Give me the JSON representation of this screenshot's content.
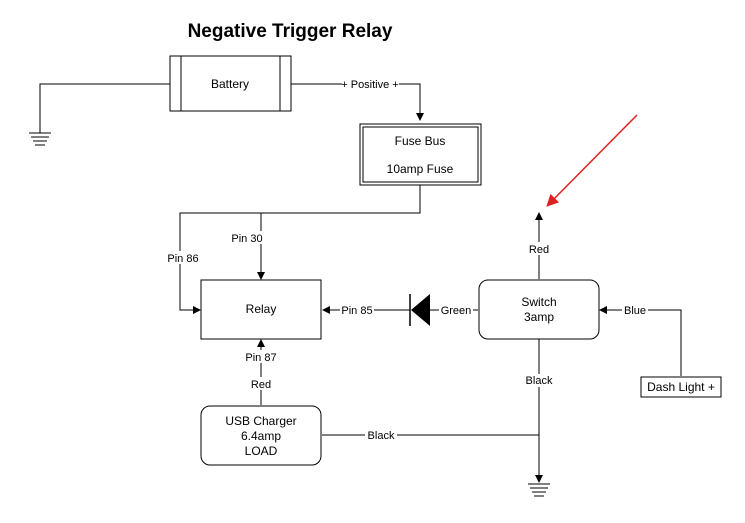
{
  "title": "Negative Trigger Relay",
  "components": {
    "battery": "Battery",
    "fuse_bus": {
      "line1": "Fuse Bus",
      "line2": "10amp Fuse"
    },
    "relay": "Relay",
    "switch": {
      "line1": "Switch",
      "line2": "3amp"
    },
    "usb_charger": {
      "line1": "USB Charger",
      "line2": "6.4amp",
      "line3": "LOAD"
    },
    "dash_light": "Dash Light +"
  },
  "wire_labels": {
    "positive": "+ Positive +",
    "pin30": "Pin 30",
    "pin86": "Pin 86",
    "pin85": "Pin 85",
    "pin87": "Pin 87",
    "green": "Green",
    "red_switch": "Red",
    "red_usb": "Red",
    "blue": "Blue",
    "black_switch": "Black",
    "black_usb": "Black"
  },
  "colors": {
    "annotation_arrow": "#e02020"
  }
}
